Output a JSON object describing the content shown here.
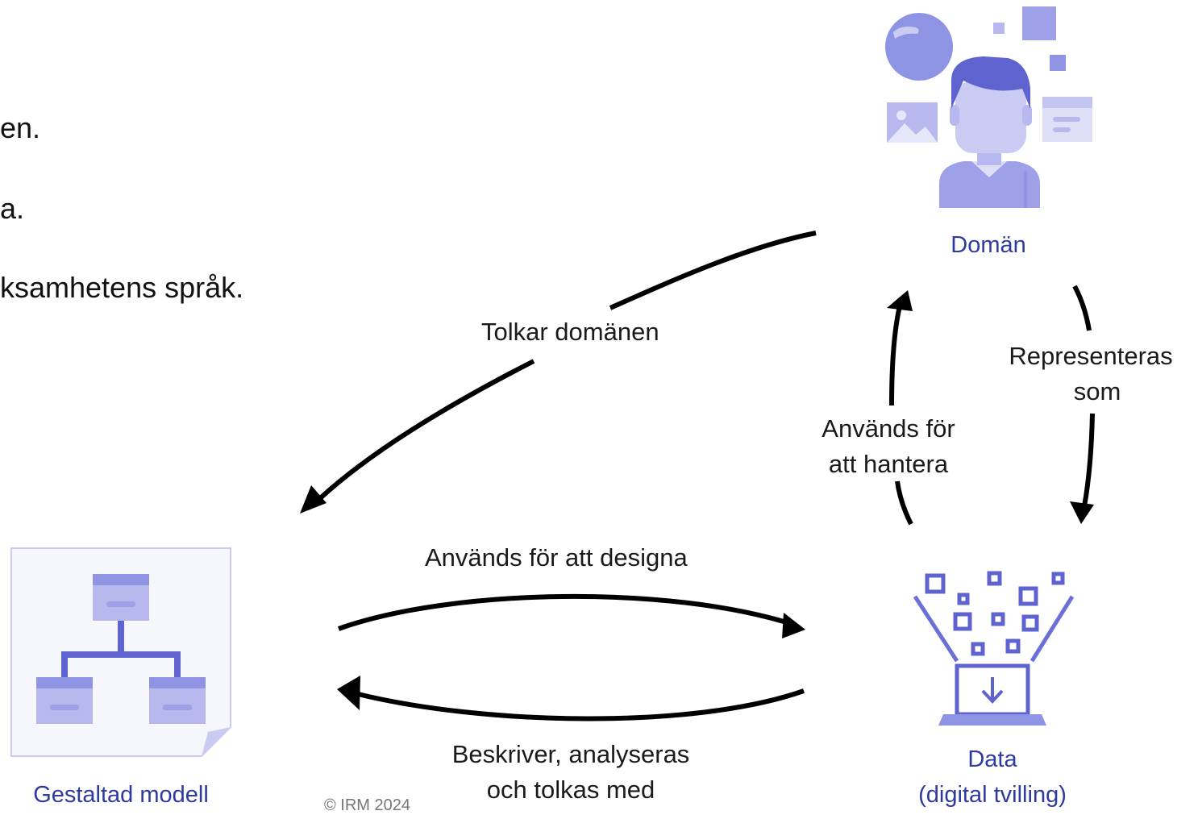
{
  "bullets": [
    "en.",
    "a.",
    "ksamhetens språk."
  ],
  "nodes": {
    "domain": "Domän",
    "model": "Gestaltad modell",
    "data_line1": "Data",
    "data_line2": "(digital tvilling)"
  },
  "edges": {
    "interprets": "Tolkar domänen",
    "represented_line1": "Representeras",
    "represented_line2": "som",
    "used_manage_line1": "Används för",
    "used_manage_line2": "att hantera",
    "used_design": "Används för att designa",
    "describes_line1": "Beskriver, analyseras",
    "describes_line2": "och tolkas med"
  },
  "copyright": "© IRM 2024",
  "colors": {
    "accent": "#2f3a9e",
    "icon_primary": "#6b6fd8",
    "icon_light": "#b7b9ee",
    "arrow": "#000000"
  }
}
